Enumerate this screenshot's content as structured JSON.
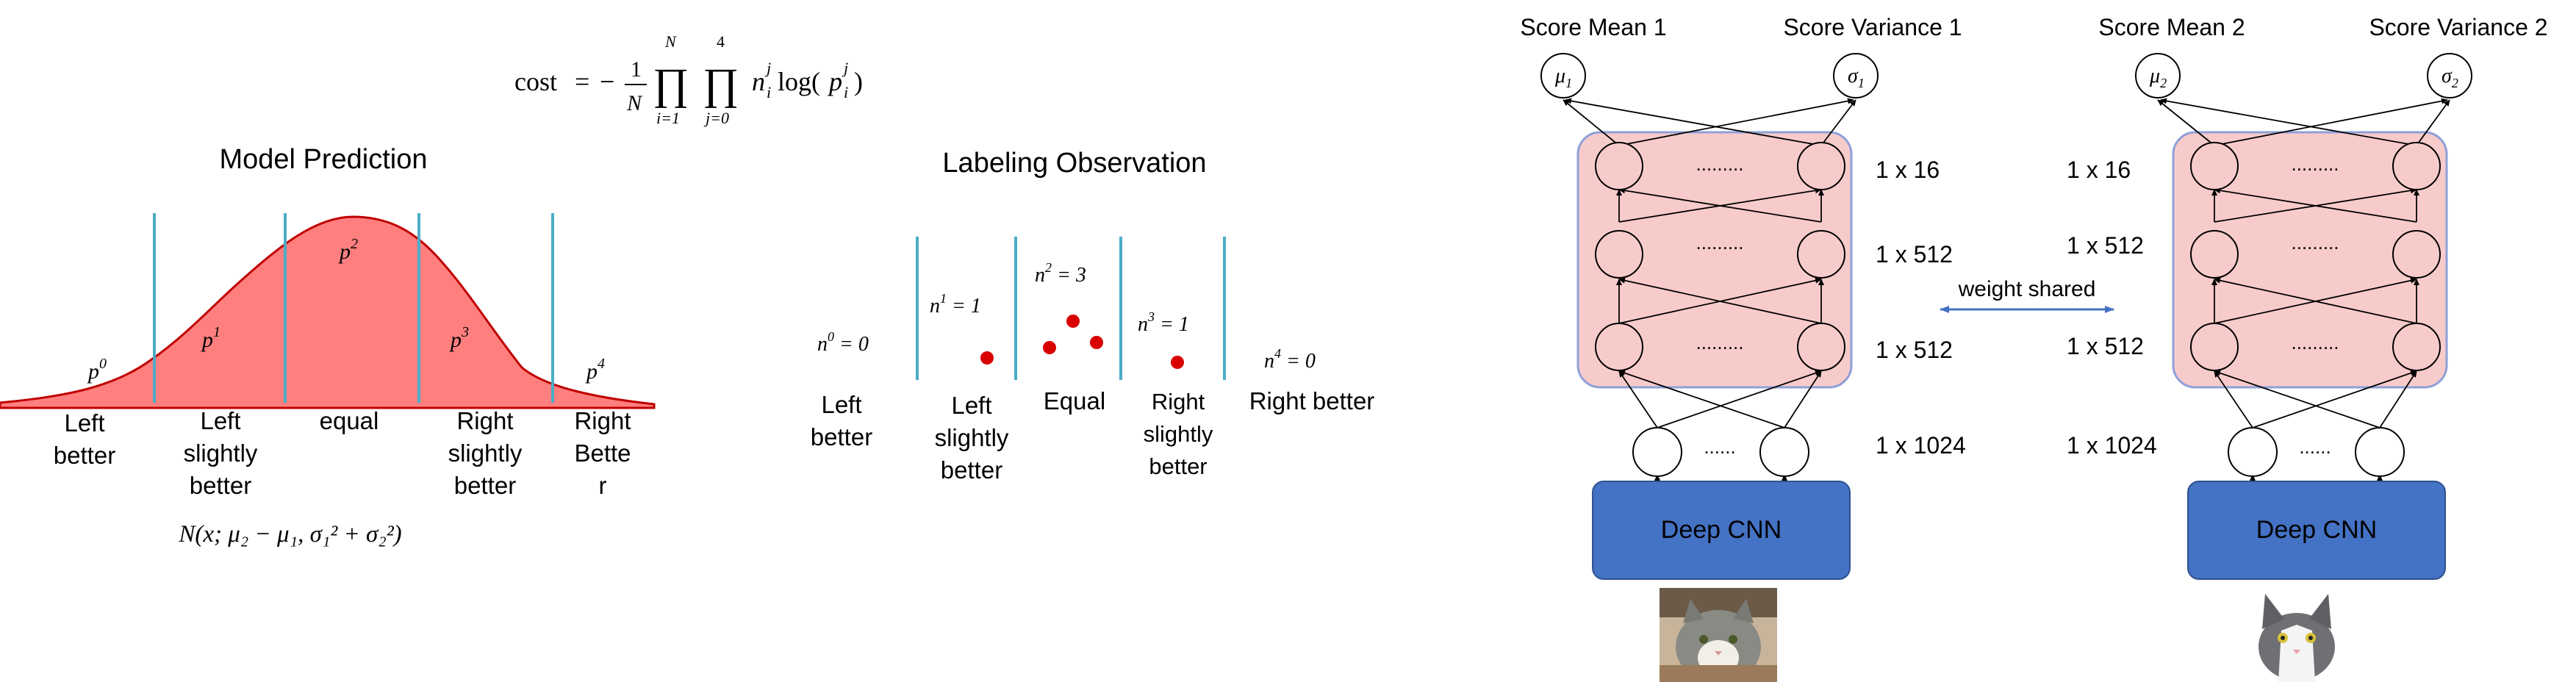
{
  "formula": {
    "lhs": "cost",
    "equals": "=",
    "minus": "−",
    "frac_num": "1",
    "frac_den": "N",
    "prod1_top": "N",
    "prod1_bottom": "i=1",
    "prod2_top": "4",
    "prod2_bottom": "j=0",
    "n_base": "n",
    "n_sub": "i",
    "n_sup": "j",
    "log_text": "log(",
    "p_base": "p",
    "p_sub": "i",
    "p_sup": "j",
    "close_paren": ")",
    "prod_symbol": "∏"
  },
  "model_prediction": {
    "title": "Model Prediction",
    "fill_color": "#ff7f7f",
    "divider_color": "#4bacc6",
    "regions": [
      {
        "p": "p",
        "sup": "0",
        "label_lines": [
          "Left",
          "better"
        ]
      },
      {
        "p": "p",
        "sup": "1",
        "label_lines": [
          "Left",
          "slightly",
          "better"
        ]
      },
      {
        "p": "p",
        "sup": "2",
        "label_lines": [
          "equal"
        ]
      },
      {
        "p": "p",
        "sup": "3",
        "label_lines": [
          "Right",
          "slightly",
          "better"
        ]
      },
      {
        "p": "p",
        "sup": "4",
        "label_lines": [
          "Right",
          "Bette",
          "r"
        ]
      }
    ],
    "normal_formula": "N(x; μ₂ − μ₁, σ₁² +  σ₂²)"
  },
  "labeling_observation": {
    "title": "Labeling Observation",
    "dot_color": "#d90000",
    "counts": [
      {
        "n": "n",
        "sup": "0",
        "eq": " = 0",
        "label_lines": [
          "Left",
          "better"
        ],
        "dots": 0
      },
      {
        "n": "n",
        "sup": "1",
        "eq": " = 1",
        "label_lines": [
          "Left",
          "slightly",
          "better"
        ],
        "dots": 1
      },
      {
        "n": "n",
        "sup": "2",
        "eq": " = 3",
        "label_lines": [
          "Equal"
        ],
        "dots": 3
      },
      {
        "n": "n",
        "sup": "3",
        "eq": " = 1",
        "label_lines": [
          "Right",
          "slightly",
          "better"
        ],
        "dots": 1
      },
      {
        "n": "n",
        "sup": "4",
        "eq": " = 0",
        "label_lines": [
          "Right better"
        ],
        "dots": 0
      }
    ]
  },
  "network": {
    "left": {
      "mean_label": "Score Mean 1",
      "var_label": "Score Variance 1",
      "mu": "μ",
      "mu_sub": "1",
      "sigma": "σ",
      "sigma_sub": "1",
      "cnn_label": "Deep CNN",
      "layer_sizes": [
        "1 x 16",
        "1 x 512",
        "1 x 512",
        "1 x 1024"
      ]
    },
    "right": {
      "mean_label": "Score Mean 2",
      "var_label": "Score Variance 2",
      "mu": "μ",
      "mu_sub": "2",
      "sigma": "σ",
      "sigma_sub": "2",
      "cnn_label": "Deep CNN",
      "layer_sizes": [
        "1 x 16",
        "1 x 512",
        "1 x 512",
        "1 x 1024"
      ]
    },
    "shared_label": "weight shared",
    "dots": ".........",
    "input_dots": "......",
    "box_fill": "#f8cbcb",
    "box_stroke": "#8ea0d8",
    "cnn_fill": "#4472c4",
    "arrow_color": "#4472c4"
  }
}
